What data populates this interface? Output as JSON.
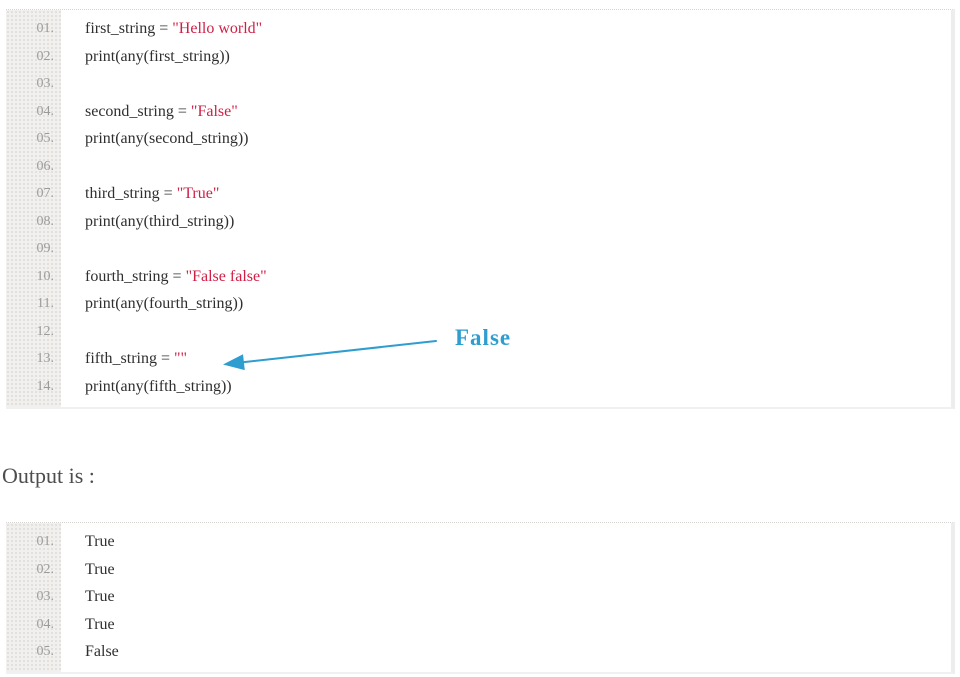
{
  "colors": {
    "string_text": "#d01f45",
    "annotation": "#2e9dcf",
    "code_text": "#2f2f2f",
    "line_number": "#9b9b9b"
  },
  "annotation": {
    "label": "False"
  },
  "output_heading": "Output is :",
  "code_block": {
    "lines": [
      {
        "num": "01.",
        "segments": [
          {
            "t": "first_string = ",
            "c": "code"
          },
          {
            "t": "\"Hello world\"",
            "c": "string"
          }
        ]
      },
      {
        "num": "02.",
        "segments": [
          {
            "t": "print(any(first_string))",
            "c": "code"
          }
        ]
      },
      {
        "num": "03.",
        "segments": []
      },
      {
        "num": "04.",
        "segments": [
          {
            "t": "second_string = ",
            "c": "code"
          },
          {
            "t": "\"False\"",
            "c": "string"
          }
        ]
      },
      {
        "num": "05.",
        "segments": [
          {
            "t": "print(any(second_string))",
            "c": "code"
          }
        ]
      },
      {
        "num": "06.",
        "segments": []
      },
      {
        "num": "07.",
        "segments": [
          {
            "t": "third_string = ",
            "c": "code"
          },
          {
            "t": "\"True\"",
            "c": "string"
          }
        ]
      },
      {
        "num": "08.",
        "segments": [
          {
            "t": "print(any(third_string))",
            "c": "code"
          }
        ]
      },
      {
        "num": "09.",
        "segments": []
      },
      {
        "num": "10.",
        "segments": [
          {
            "t": "fourth_string = ",
            "c": "code"
          },
          {
            "t": "\"False false\"",
            "c": "string"
          }
        ]
      },
      {
        "num": "11.",
        "segments": [
          {
            "t": "print(any(fourth_string))",
            "c": "code"
          }
        ]
      },
      {
        "num": "12.",
        "segments": []
      },
      {
        "num": "13.",
        "segments": [
          {
            "t": "fifth_string = ",
            "c": "code"
          },
          {
            "t": "\"\"",
            "c": "string"
          }
        ]
      },
      {
        "num": "14.",
        "segments": [
          {
            "t": "print(any(fifth_string))",
            "c": "code"
          }
        ]
      }
    ]
  },
  "output_block": {
    "lines": [
      {
        "num": "01.",
        "segments": [
          {
            "t": "True",
            "c": "code"
          }
        ]
      },
      {
        "num": "02.",
        "segments": [
          {
            "t": "True",
            "c": "code"
          }
        ]
      },
      {
        "num": "03.",
        "segments": [
          {
            "t": "True",
            "c": "code"
          }
        ]
      },
      {
        "num": "04.",
        "segments": [
          {
            "t": "True",
            "c": "code"
          }
        ]
      },
      {
        "num": "05.",
        "segments": [
          {
            "t": "False",
            "c": "code"
          }
        ]
      }
    ]
  }
}
